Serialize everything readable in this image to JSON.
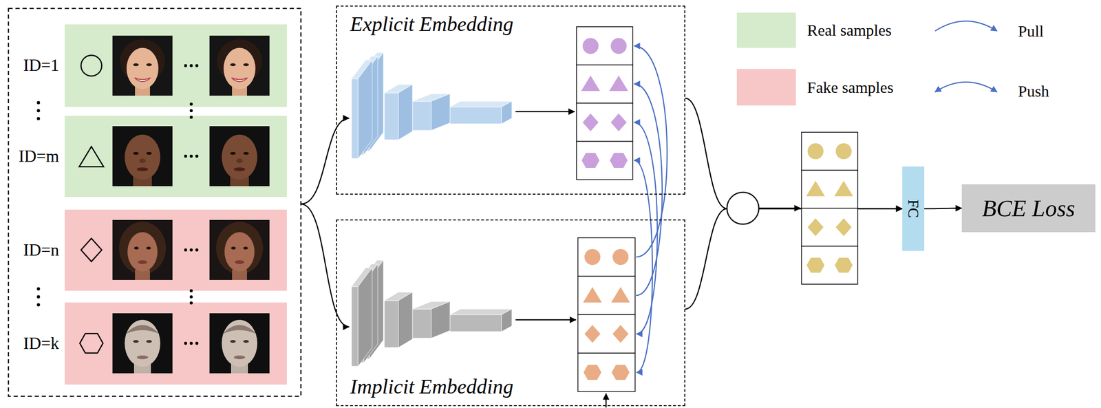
{
  "diagram": {
    "nodes": [
      {
        "text": [
          "ID=1"
        ]
      },
      {
        "text": [
          "ID=m"
        ]
      },
      {
        "text": [
          "ID=n"
        ]
      },
      {
        "text": [
          "ID=k"
        ]
      },
      {
        "text": [
          "Explicit Embedding"
        ]
      },
      {
        "text": [
          "Implicit Embedding"
        ]
      },
      {
        "text": [
          "FC"
        ]
      },
      {
        "text": [
          "BCE Loss"
        ]
      }
    ],
    "edges": [
      {
        "from": 4,
        "to": 6,
        "arrow": "to"
      },
      {
        "from": 5,
        "to": 6,
        "arrow": "to"
      },
      {
        "from": 6,
        "to": 7,
        "arrow": "to"
      }
    ],
    "legend": [
      {
        "text": "Real samples",
        "color": "#d5ebcb"
      },
      {
        "text": "Fake samples",
        "color": "#f7c7c7"
      },
      {
        "text": "Pull"
      },
      {
        "text": "Push"
      }
    ]
  }
}
